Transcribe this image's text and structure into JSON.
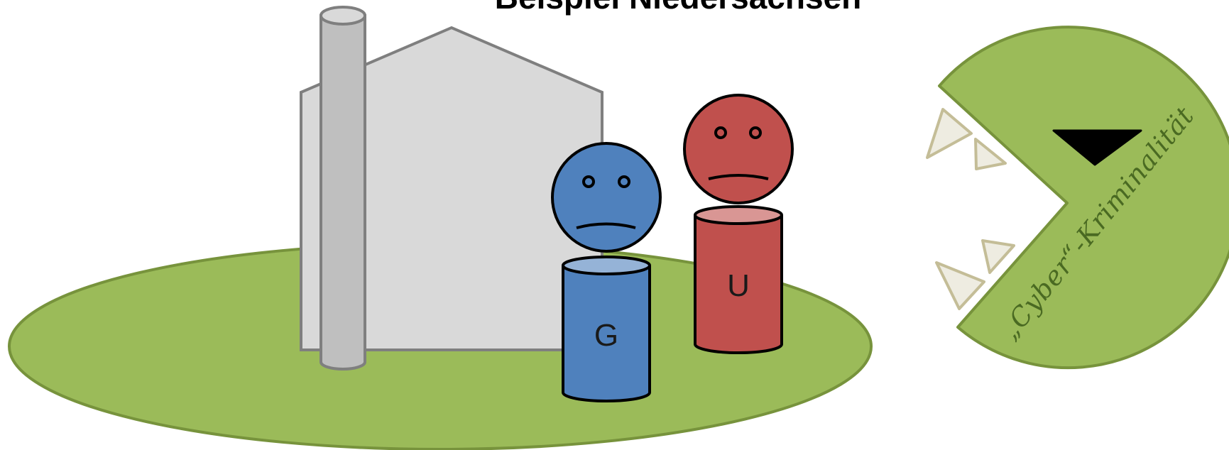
{
  "title": "Beispiel Niedersachsen",
  "figures": [
    {
      "letter": "G",
      "color": "#4f81bd",
      "mood": "sad"
    },
    {
      "letter": "U",
      "color": "#c0504d",
      "mood": "sad"
    }
  ],
  "pacman": {
    "label": "„Cyber“-Kriminalität",
    "color": "#9bbb59"
  },
  "colors": {
    "ground": "#9bbb59",
    "ground_border": "#77933c",
    "factory": "#d9d9d9",
    "chimney": "#bfbfbf",
    "tooth": "#eeece1"
  }
}
